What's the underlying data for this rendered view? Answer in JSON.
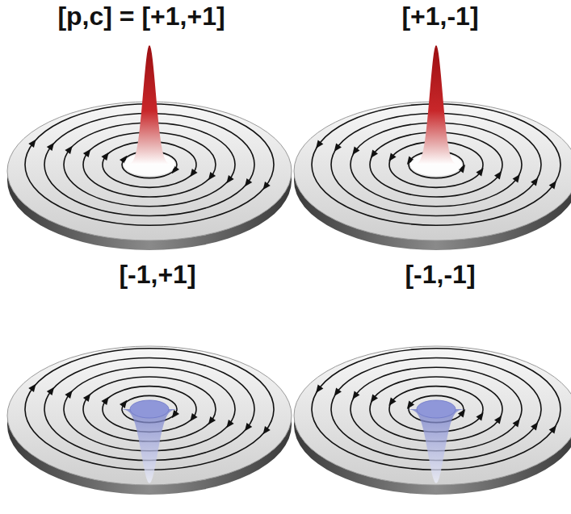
{
  "diagram": {
    "labels": [
      "[p,c] = [+1,+1]",
      "[+1,-1]",
      "[-1,+1]",
      "[-1,-1]"
    ]
  }
}
